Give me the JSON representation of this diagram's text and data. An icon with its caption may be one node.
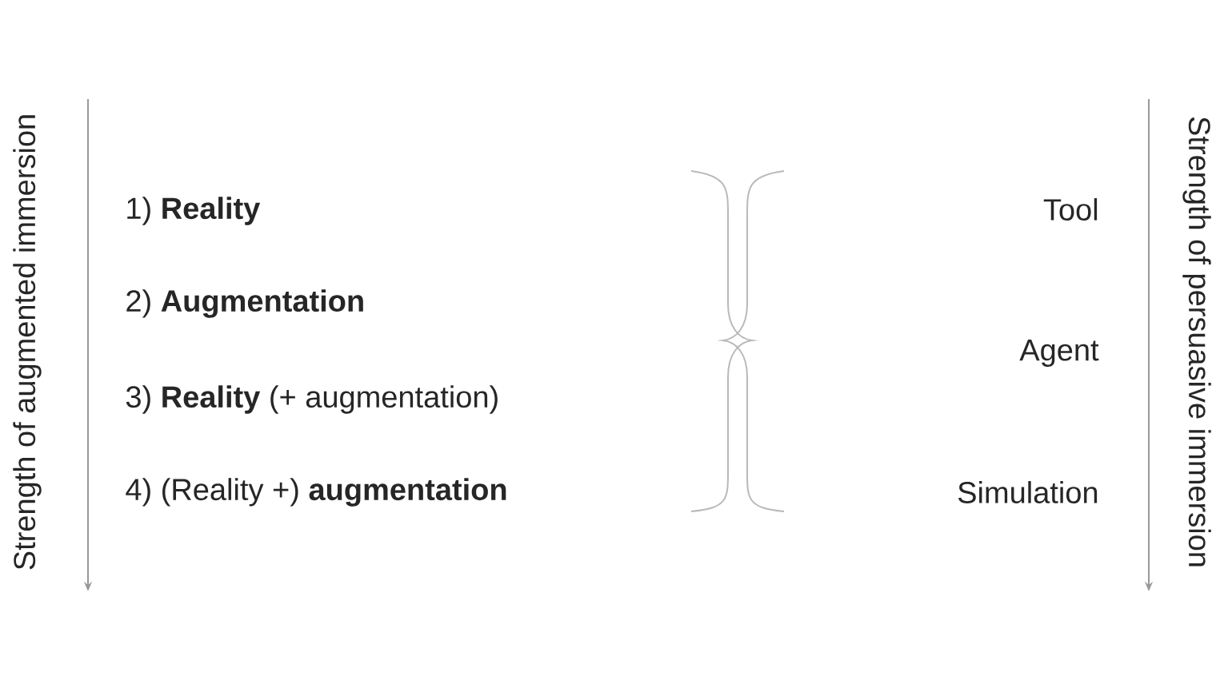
{
  "diagram": {
    "labels": [
      "Strength of augmented immersion",
      "1) **Reality**",
      "2) **Augmentation**",
      "3) **Reality** (+ augmentation)",
      "4) (Reality +) **augmentation**",
      "Tool",
      "Agent",
      "Simulation",
      "Strength of persuasive immersion"
    ]
  }
}
